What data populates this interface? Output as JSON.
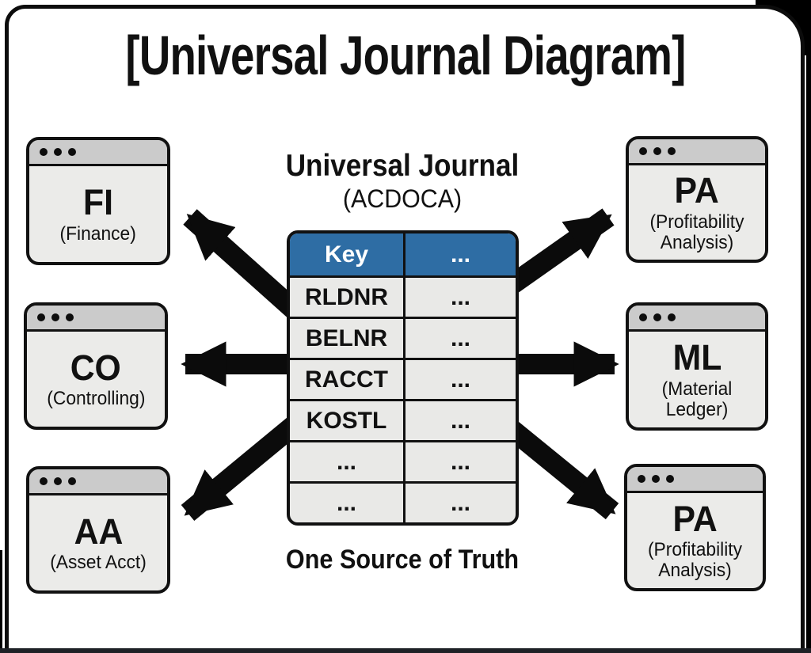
{
  "title": "[Universal Journal Diagram]",
  "center": {
    "heading": "Universal Journal",
    "subheading": "(ACDOCA)",
    "caption": "One Source of Truth"
  },
  "table": {
    "header": [
      "Key",
      "..."
    ],
    "rows": [
      [
        "RLDNR",
        "..."
      ],
      [
        "BELNR",
        "..."
      ],
      [
        "RACCT",
        "..."
      ],
      [
        "KOSTL",
        "..."
      ],
      [
        "...",
        "..."
      ],
      [
        "...",
        "..."
      ]
    ]
  },
  "modules": {
    "left": [
      {
        "code": "FI",
        "label": "(Finance)"
      },
      {
        "code": "CO",
        "label": "(Controlling)"
      },
      {
        "code": "AA",
        "label": "(Asset Acct)"
      }
    ],
    "right": [
      {
        "code": "PA",
        "label": "(Profitability Analysis)"
      },
      {
        "code": "ML",
        "label": "(Material Ledger)"
      },
      {
        "code": "PA",
        "label": "(Profitability Analysis)"
      }
    ]
  },
  "colors": {
    "table-header-bg": "#2e6da4",
    "table-header-text": "#ffffff",
    "panel-bg": "#ebebe9",
    "row-bg": "#e9e9e7",
    "titlebar-bg": "#cbcbcb",
    "ink": "#111111",
    "arrow": "#0b0b0b"
  }
}
